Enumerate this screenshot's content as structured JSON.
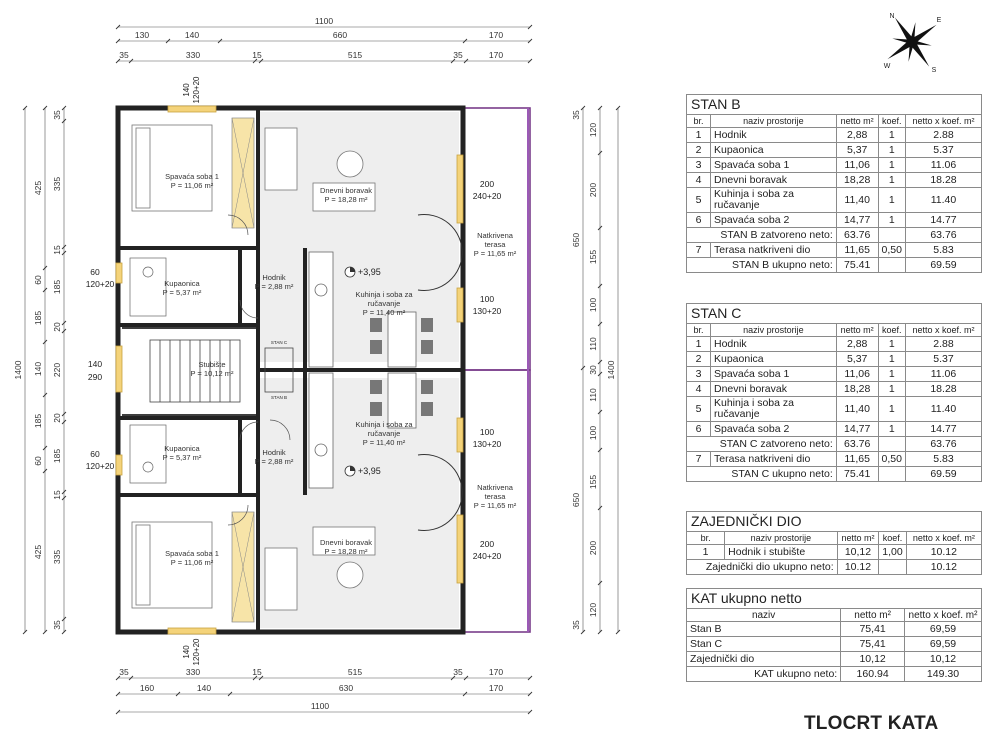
{
  "title": "TLOCRT KATA",
  "compass": {
    "n": "N",
    "e": "E",
    "s": "S",
    "w": "W"
  },
  "plan": {
    "dims_top": {
      "total": "1100",
      "row2": [
        "130",
        "140",
        "660",
        "170"
      ],
      "row3": [
        "35",
        "330",
        "15",
        "515",
        "35",
        "170"
      ]
    },
    "dims_bottom": {
      "total": "1100",
      "row2": [
        "160",
        "140",
        "630",
        "170"
      ],
      "row1": [
        "35",
        "330",
        "15",
        "515",
        "35",
        "170"
      ]
    },
    "dims_left": {
      "total": "1400",
      "outer": [
        "425",
        "60",
        "185",
        "140",
        "185",
        "60",
        "425"
      ],
      "inner": [
        "35",
        "335",
        "15",
        "185",
        "20",
        "220",
        "20",
        "185",
        "15",
        "335",
        "35"
      ]
    },
    "dims_right": {
      "outer": [
        "650",
        "650"
      ],
      "inner": [
        "120",
        "200",
        "155",
        "100",
        "110",
        "30",
        "110",
        "100",
        "155",
        "200",
        "120"
      ],
      "total": "1400"
    },
    "openings": {
      "top_window": [
        "140",
        "120+20"
      ],
      "bottom_window": [
        "140",
        "120+20"
      ],
      "left_kup_top": [
        "60",
        "120+20"
      ],
      "left_stair": [
        "140",
        "290"
      ],
      "left_kup_bottom": [
        "60",
        "120+20"
      ],
      "right_door_top": [
        "200",
        "240+20"
      ],
      "right_window_top": [
        "100",
        "130+20"
      ],
      "right_window_bottom": [
        "100",
        "130+20"
      ],
      "right_door_bottom": [
        "200",
        "240+20"
      ]
    },
    "levels": [
      "+3,95",
      "+3,95"
    ],
    "stan_marks": [
      "STAN C",
      "STAN B"
    ],
    "rooms": {
      "spavaca_top": {
        "name": "Spavaća soba 1",
        "area": "P = 11,06 m²"
      },
      "dnevni_top": {
        "name": "Dnevni boravak",
        "area": "P = 18,28 m²"
      },
      "terasa_top": {
        "name": "Natkrivena terasa",
        "area": "P = 11,65 m²"
      },
      "kupaonica_top": {
        "name": "Kupaonica",
        "area": "P = 5,37 m²"
      },
      "hodnik_top": {
        "name": "Hodnik",
        "area": "P = 2,88 m²"
      },
      "kuhinja_top": {
        "name": "Kuhinja i soba za ručavanje",
        "area": "P = 11,40 m²"
      },
      "stubiste": {
        "name": "Stubište",
        "area": "P = 10,12 m²"
      },
      "kuhinja_bottom": {
        "name": "Kuhinja i soba za ručavanje",
        "area": "P = 11,40 m²"
      },
      "kupaonica_bottom": {
        "name": "Kupaonica",
        "area": "P = 5,37 m²"
      },
      "hodnik_bottom": {
        "name": "Hodnik",
        "area": "P = 2,88 m²"
      },
      "terasa_bottom": {
        "name": "Natkrivena terasa",
        "area": "P = 11,65 m²"
      },
      "dnevni_bottom": {
        "name": "Dnevni boravak",
        "area": "P = 18,28 m²"
      },
      "spavaca_bottom": {
        "name": "Spavaća soba 1",
        "area": "P = 11,06 m²"
      }
    }
  },
  "table_headers": {
    "br": "br.",
    "naziv": "naziv prostorije",
    "netto": "netto m²",
    "koef": "koef.",
    "nk": "netto x koef. m²"
  },
  "stan_b": {
    "title": "STAN B",
    "rows": [
      {
        "br": "1",
        "naziv": "Hodnik",
        "netto": "2,88",
        "koef": "1",
        "nk": "2.88"
      },
      {
        "br": "2",
        "naziv": "Kupaonica",
        "netto": "5,37",
        "koef": "1",
        "nk": "5.37"
      },
      {
        "br": "3",
        "naziv": "Spavaća soba 1",
        "netto": "11,06",
        "koef": "1",
        "nk": "11.06"
      },
      {
        "br": "4",
        "naziv": "Dnevni boravak",
        "netto": "18,28",
        "koef": "1",
        "nk": "18.28"
      },
      {
        "br": "5",
        "naziv": "Kuhinja i soba za ručavanje",
        "netto": "11,40",
        "koef": "1",
        "nk": "11.40"
      },
      {
        "br": "6",
        "naziv": "Spavaća soba 2",
        "netto": "14,77",
        "koef": "1",
        "nk": "14.77"
      }
    ],
    "closed": {
      "label": "STAN B zatvoreno neto:",
      "netto": "63.76",
      "nk": "63.76"
    },
    "terrace": {
      "br": "7",
      "naziv": "Terasa natkriveni dio",
      "netto": "11,65",
      "koef": "0,50",
      "nk": "5.83"
    },
    "total": {
      "label": "STAN B ukupno neto:",
      "netto": "75.41",
      "nk": "69.59"
    }
  },
  "stan_c": {
    "title": "STAN C",
    "rows": [
      {
        "br": "1",
        "naziv": "Hodnik",
        "netto": "2,88",
        "koef": "1",
        "nk": "2.88"
      },
      {
        "br": "2",
        "naziv": "Kupaonica",
        "netto": "5,37",
        "koef": "1",
        "nk": "5.37"
      },
      {
        "br": "3",
        "naziv": "Spavaća soba 1",
        "netto": "11,06",
        "koef": "1",
        "nk": "11.06"
      },
      {
        "br": "4",
        "naziv": "Dnevni boravak",
        "netto": "18,28",
        "koef": "1",
        "nk": "18.28"
      },
      {
        "br": "5",
        "naziv": "Kuhinja i soba za ručavanje",
        "netto": "11,40",
        "koef": "1",
        "nk": "11.40"
      },
      {
        "br": "6",
        "naziv": "Spavaća soba 2",
        "netto": "14,77",
        "koef": "1",
        "nk": "14.77"
      }
    ],
    "closed": {
      "label": "STAN C zatvoreno neto:",
      "netto": "63.76",
      "nk": "63.76"
    },
    "terrace": {
      "br": "7",
      "naziv": "Terasa natkriveni dio",
      "netto": "11,65",
      "koef": "0,50",
      "nk": "5.83"
    },
    "total": {
      "label": "STAN C ukupno neto:",
      "netto": "75.41",
      "nk": "69.59"
    }
  },
  "zajednicki": {
    "title": "ZAJEDNIČKI DIO",
    "headers": {
      "br": "br.",
      "naziv": "naziv prostorije",
      "netto": "netto m²",
      "koef": "koef.",
      "nk": "netto x koef. m²"
    },
    "row": {
      "br": "1",
      "naziv": "Hodnik i stubište",
      "netto": "10,12",
      "koef": "1,00",
      "nk": "10.12"
    },
    "total": {
      "label": "Zajednički dio ukupno neto:",
      "netto": "10.12",
      "nk": "10.12"
    }
  },
  "kat": {
    "title": "KAT ukupno netto",
    "headers": {
      "naziv": "naziv",
      "netto": "netto m²",
      "nk": "netto x koef. m²"
    },
    "rows": [
      {
        "naziv": "Stan B",
        "netto": "75,41",
        "nk": "69,59"
      },
      {
        "naziv": "Stan C",
        "netto": "75,41",
        "nk": "69,59"
      },
      {
        "naziv": "Zajednički dio",
        "netto": "10,12",
        "nk": "10,12"
      }
    ],
    "total": {
      "label": "KAT ukupno neto:",
      "netto": "160.94",
      "nk": "149.30"
    }
  }
}
